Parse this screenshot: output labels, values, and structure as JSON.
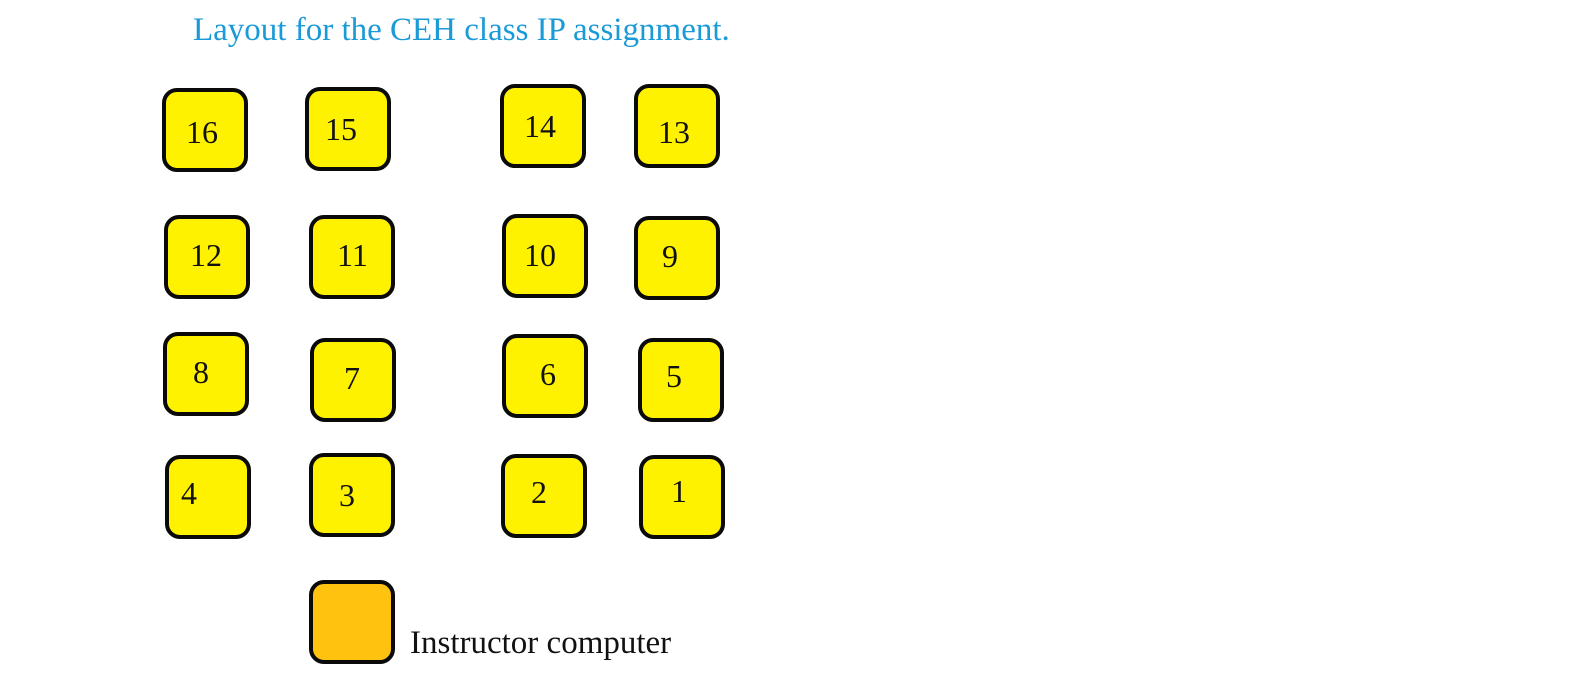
{
  "title": "Layout for the CEH class IP assignment.",
  "colors": {
    "title": "#1a9ad6",
    "station_fill": "#fff200",
    "instructor_fill": "#ffc20e",
    "border": "#0a0a0a"
  },
  "stations": [
    {
      "label": "16"
    },
    {
      "label": "15"
    },
    {
      "label": "14"
    },
    {
      "label": "13"
    },
    {
      "label": "12"
    },
    {
      "label": "11"
    },
    {
      "label": "10"
    },
    {
      "label": "9"
    },
    {
      "label": "8"
    },
    {
      "label": "7"
    },
    {
      "label": "6"
    },
    {
      "label": "5"
    },
    {
      "label": "4"
    },
    {
      "label": "3"
    },
    {
      "label": "2"
    },
    {
      "label": "1"
    }
  ],
  "instructor": {
    "label": "Instructor computer"
  }
}
